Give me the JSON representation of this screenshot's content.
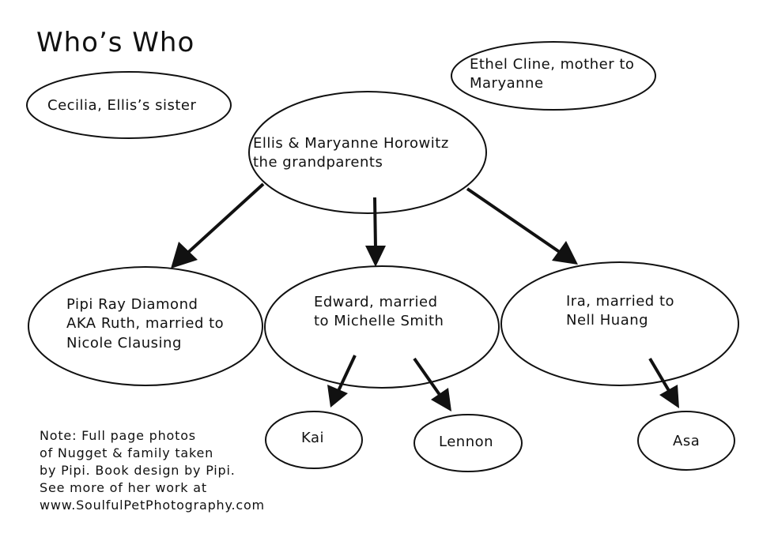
{
  "diagram": {
    "title": "Who’s Who",
    "nodes": {
      "cecilia": "Cecilia, Ellis’s sister",
      "ethel": "Ethel Cline, mother to\nMaryanne",
      "grandparents": "Ellis & Maryanne Horowitz\nthe grandparents",
      "pipi": "Pipi Ray Diamond\nAKA Ruth, married to\nNicole Clausing",
      "edward": "Edward, married\nto Michelle Smith",
      "ira": "Ira, married to\nNell Huang",
      "kai": "Kai",
      "lennon": "Lennon",
      "asa": "Asa"
    },
    "note": "Note: Full page photos\nof Nugget & family taken\nby Pipi. Book design by Pipi.\nSee more of her work at\nwww.SoulfulPetPhotography.com",
    "edges": [
      {
        "from": "grandparents",
        "to": "pipi"
      },
      {
        "from": "grandparents",
        "to": "edward"
      },
      {
        "from": "grandparents",
        "to": "ira"
      },
      {
        "from": "edward",
        "to": "kai"
      },
      {
        "from": "edward",
        "to": "lennon"
      },
      {
        "from": "ira",
        "to": "asa"
      }
    ],
    "stroke_color": "#111111"
  }
}
